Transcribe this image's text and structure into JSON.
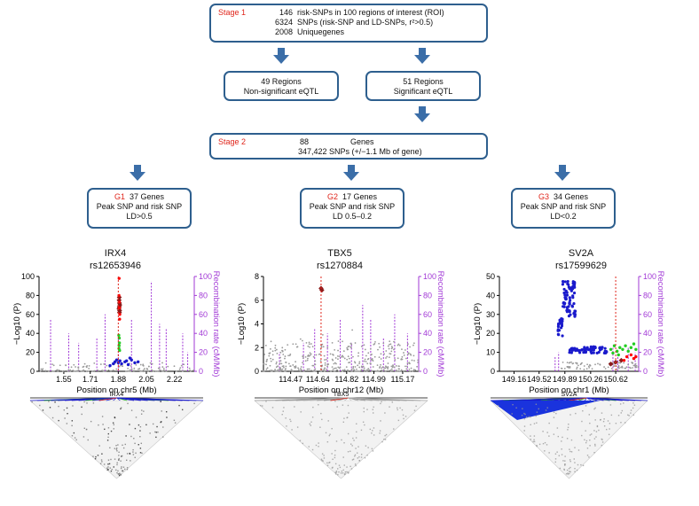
{
  "stage1": {
    "label": "Stage 1",
    "rows": [
      {
        "num": "146",
        "text": "risk-SNPs in 100 regions of interest (ROI)"
      },
      {
        "num": "6324",
        "text": "SNPs (risk-SNP and LD-SNPs, r²>0.5)"
      },
      {
        "num": "2008",
        "text": "Uniquegenes"
      }
    ]
  },
  "regions": {
    "left": {
      "line1": "49 Regions",
      "line2": "Non-significant eQTL"
    },
    "right": {
      "line1": "51 Regions",
      "line2": "Significant eQTL"
    }
  },
  "stage2": {
    "label": "Stage 2",
    "num": "88",
    "genes_word": "Genes",
    "snps": "347,422 SNPs (+/−1.1 Mb of gene)"
  },
  "groups": [
    {
      "tag": "G1",
      "count": "37 Genes",
      "line2": "Peak SNP and risk SNP",
      "line3": "LD>0.5"
    },
    {
      "tag": "G2",
      "count": "17 Genes",
      "line2": "Peak SNP and risk SNP",
      "line3": "LD 0.5–0.2"
    },
    {
      "tag": "G3",
      "count": "34 Genes",
      "line2": "Peak SNP and risk SNP",
      "line3": "LD<0.2"
    }
  ],
  "colors": {
    "box_border": "#2e5f8e",
    "arrow": "#3b6ea8",
    "stage_label": "#e0261c",
    "recomb": "#a23ad6"
  },
  "chart_data": [
    {
      "type": "scatter",
      "title": "IRX4",
      "subtitle": "rs12653946",
      "xlabel": "Position on chr5 (Mb)",
      "ylabel": "−Log10 (P)",
      "y2label": "Recombination rate (cM/Mb)",
      "x_ticks": [
        "1.55",
        "1.71",
        "1.88",
        "2.05",
        "2.22"
      ],
      "y_ticks": [
        "0",
        "20",
        "40",
        "60",
        "80",
        "100"
      ],
      "y2_ticks": [
        "0",
        "20",
        "40",
        "60",
        "80",
        "100"
      ],
      "xlim": [
        1.4,
        2.34
      ],
      "ylim": [
        0,
        100
      ],
      "peak_x": 1.88,
      "ld_gene": "IRX4",
      "series": [
        {
          "color": "#8b1a1a",
          "points": [
            [
              1.885,
              75
            ],
            [
              1.887,
              72
            ],
            [
              1.889,
              70
            ],
            [
              1.886,
              68
            ],
            [
              1.884,
              66
            ],
            [
              1.888,
              64
            ],
            [
              1.886,
              78
            ],
            [
              1.887,
              62
            ]
          ]
        },
        {
          "color": "#ff0000",
          "points": [
            [
              1.885,
              98
            ],
            [
              1.884,
              80
            ],
            [
              1.886,
              73
            ],
            [
              1.887,
              67
            ],
            [
              1.889,
              60
            ],
            [
              1.888,
              55
            ]
          ]
        },
        {
          "color": "#22cc22",
          "points": [
            [
              1.883,
              38
            ],
            [
              1.886,
              35
            ],
            [
              1.887,
              30
            ],
            [
              1.885,
              27
            ],
            [
              1.884,
              24
            ],
            [
              1.888,
              22
            ]
          ]
        },
        {
          "color": "#1a1acc",
          "points": [
            [
              1.86,
              10
            ],
            [
              1.87,
              12
            ],
            [
              1.88,
              9
            ],
            [
              1.89,
              11
            ],
            [
              1.9,
              8
            ],
            [
              1.92,
              10
            ],
            [
              1.94,
              7
            ],
            [
              1.96,
              12
            ],
            [
              1.98,
              9
            ],
            [
              2.0,
              10
            ],
            [
              1.85,
              8
            ],
            [
              1.83,
              6
            ],
            [
              1.95,
              14
            ],
            [
              1.93,
              11
            ]
          ]
        }
      ],
      "recomb_peaks": [
        [
          1.47,
          55
        ],
        [
          1.58,
          40
        ],
        [
          1.64,
          30
        ],
        [
          1.75,
          35
        ],
        [
          1.8,
          60
        ],
        [
          1.88,
          35
        ],
        [
          1.96,
          55
        ],
        [
          2.08,
          95
        ],
        [
          2.13,
          50
        ],
        [
          2.17,
          45
        ],
        [
          2.27,
          40
        ],
        [
          2.3,
          20
        ]
      ]
    },
    {
      "type": "scatter",
      "title": "TBX5",
      "subtitle": "rs1270884",
      "xlabel": "Position on chr12 (Mb)",
      "ylabel": "−Log10 (P)",
      "y2label": "Recombination rate (cM/Mb)",
      "x_ticks": [
        "114.47",
        "114.64",
        "114.82",
        "114.99",
        "115.17"
      ],
      "y_ticks": [
        "0",
        "2",
        "4",
        "6",
        "8"
      ],
      "y2_ticks": [
        "0",
        "20",
        "40",
        "60",
        "80",
        "100"
      ],
      "xlim": [
        114.3,
        115.27
      ],
      "ylim": [
        0,
        8
      ],
      "peak_x": 114.66,
      "ld_gene": "TBX5",
      "series": [
        {
          "color": "#8b1a1a",
          "points": [
            [
              114.66,
              7.0
            ],
            [
              114.665,
              6.85
            ]
          ]
        }
      ],
      "recomb_peaks": [
        [
          114.4,
          20
        ],
        [
          114.55,
          30
        ],
        [
          114.62,
          45
        ],
        [
          114.7,
          40
        ],
        [
          114.78,
          55
        ],
        [
          114.85,
          30
        ],
        [
          114.92,
          70
        ],
        [
          114.97,
          55
        ],
        [
          115.05,
          35
        ],
        [
          115.12,
          60
        ],
        [
          115.2,
          40
        ]
      ]
    },
    {
      "type": "scatter",
      "title": "SV2A",
      "subtitle": "rs17599629",
      "xlabel": "Position on chr1 (Mb)",
      "ylabel": "−Log10 (P)",
      "y2label": "Recombination rate (cM/Mb)",
      "x_ticks": [
        "149.16",
        "149.52",
        "149.89",
        "150.26",
        "150.62"
      ],
      "y_ticks": [
        "0",
        "10",
        "20",
        "30",
        "40",
        "50"
      ],
      "y2_ticks": [
        "0",
        "20",
        "40",
        "60",
        "80",
        "100"
      ],
      "xlim": [
        148.95,
        150.95
      ],
      "ylim": [
        0,
        52
      ],
      "peak_x": 150.62,
      "ld_gene": "SV2A",
      "series": [
        {
          "color": "#8b1a1a",
          "points": [
            [
              150.62,
              5
            ],
            [
              150.7,
              6
            ],
            [
              150.55,
              4
            ]
          ]
        },
        {
          "color": "#ff0000",
          "points": [
            [
              150.78,
              8
            ],
            [
              150.84,
              9
            ],
            [
              150.88,
              7
            ],
            [
              150.74,
              6
            ],
            [
              150.91,
              8
            ]
          ]
        },
        {
          "color": "#22cc22",
          "points": [
            [
              150.55,
              12
            ],
            [
              150.6,
              14
            ],
            [
              150.64,
              11
            ],
            [
              150.68,
              13
            ],
            [
              150.72,
              12
            ],
            [
              150.76,
              14
            ],
            [
              150.8,
              11
            ],
            [
              150.84,
              13
            ],
            [
              150.88,
              15
            ],
            [
              150.91,
              12
            ],
            [
              150.58,
              10
            ],
            [
              150.66,
              9
            ]
          ]
        }
      ],
      "recomb_peaks": [
        [
          149.75,
          15
        ],
        [
          149.8,
          20
        ],
        [
          150.58,
          25
        ],
        [
          150.65,
          20
        ],
        [
          150.8,
          25
        ],
        [
          150.9,
          20
        ]
      ]
    }
  ]
}
